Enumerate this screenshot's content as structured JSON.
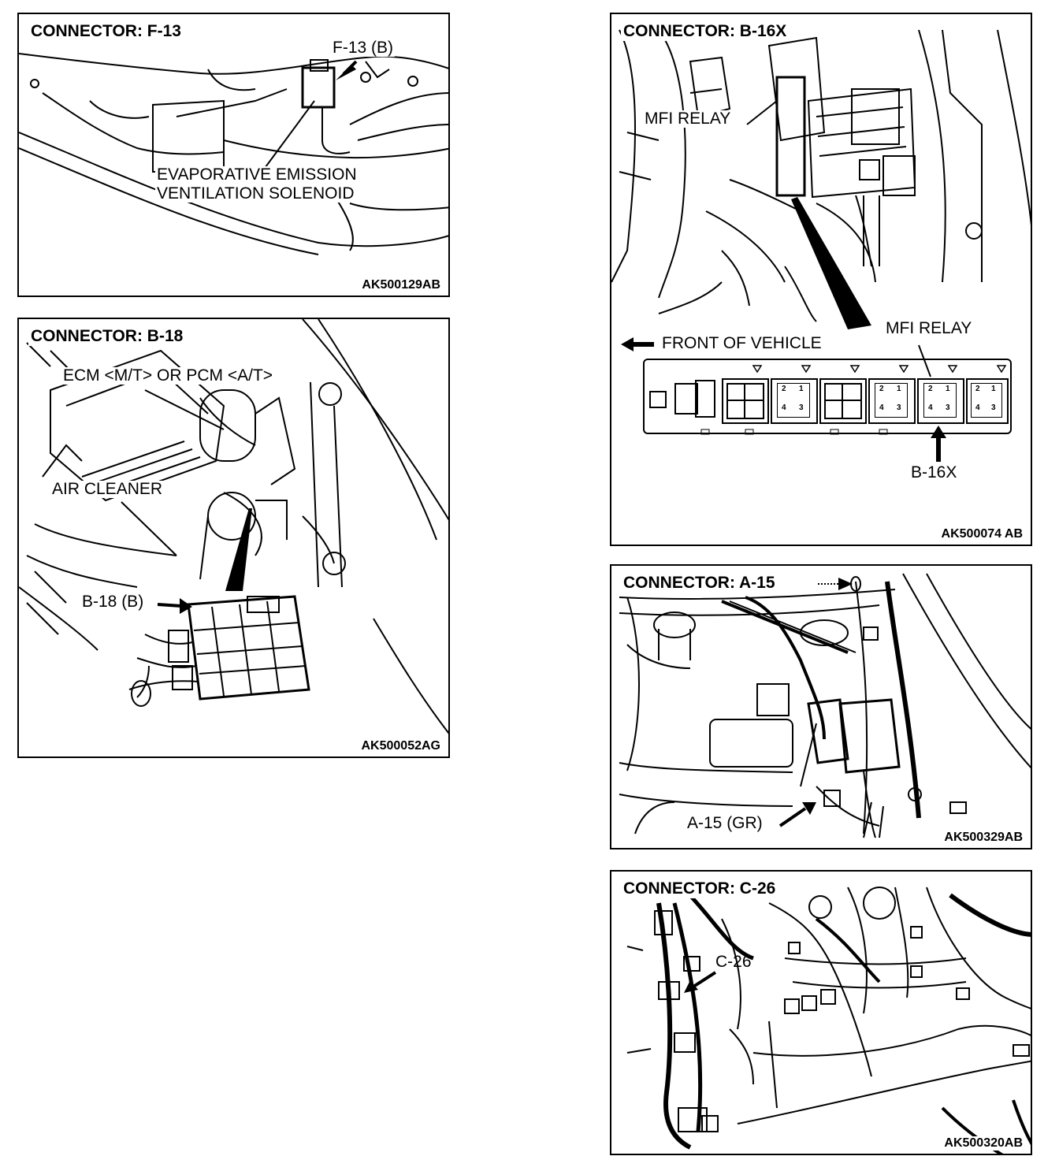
{
  "panels": {
    "f13": {
      "title": "CONNECTOR: F-13",
      "code": "AK500129AB",
      "labels": {
        "connector": "F-13 (B)",
        "line1": "EVAPORATIVE EMISSION",
        "line2": "VENTILATION SOLENOID"
      }
    },
    "b18": {
      "title": "CONNECTOR: B-18",
      "code": "AK500052AG",
      "labels": {
        "ecm": "ECM <M/T> OR PCM <A/T>",
        "air": "AIR CLEANER",
        "connector": "B-18 (B)"
      }
    },
    "b16x": {
      "title": "CONNECTOR: B-16X",
      "code": "AK500074 AB",
      "labels": {
        "relay1": "MFI RELAY",
        "relay2": "MFI RELAY",
        "front": "FRONT OF VEHICLE",
        "connector": "B-16X"
      },
      "pins": [
        "2",
        "1",
        "4",
        "3"
      ]
    },
    "a15": {
      "title": "CONNECTOR: A-15",
      "code": "AK500329AB",
      "labels": {
        "connector": "A-15 (GR)"
      }
    },
    "c26": {
      "title": "CONNECTOR: C-26",
      "code": "AK500320AB",
      "labels": {
        "connector": "C-26"
      }
    }
  }
}
